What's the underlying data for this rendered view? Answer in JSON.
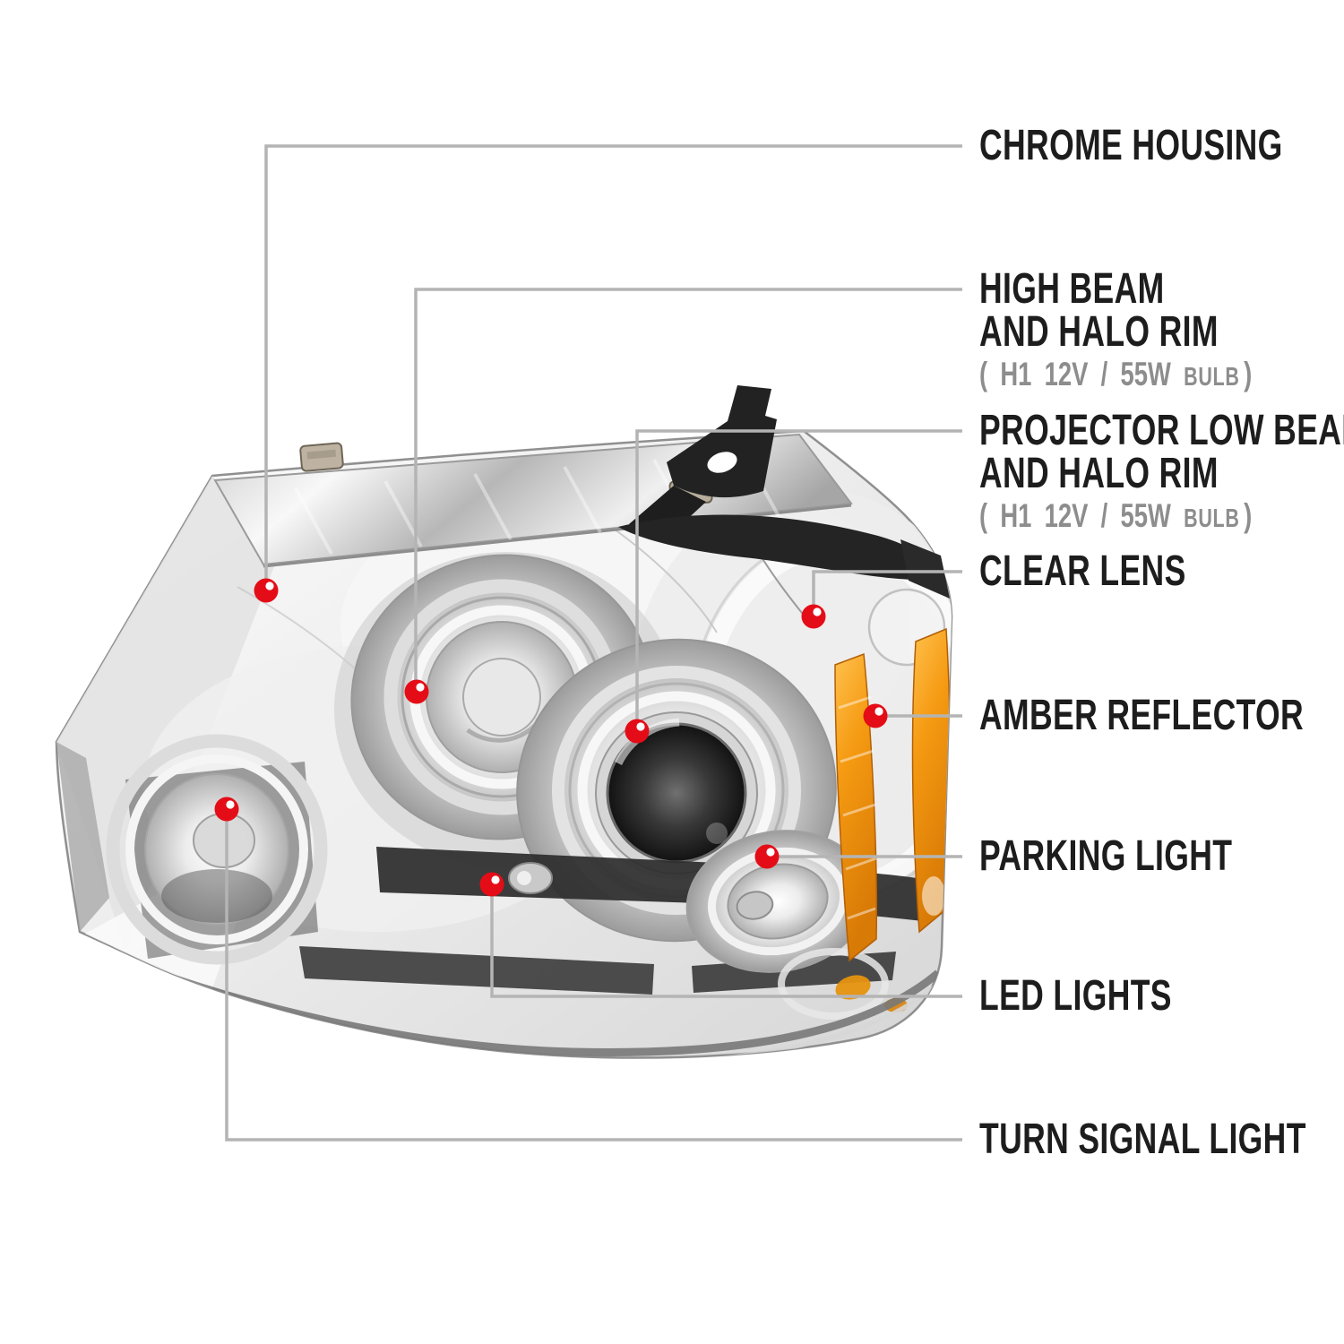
{
  "diagram": {
    "subject": "projector headlight feature diagram",
    "palette": {
      "background": "#ffffff",
      "accent_red": "#e40d17",
      "leader_gray": "#b4b4b4",
      "label_dark": "#1d1d1d",
      "spec_gray": "#8d8d8d",
      "amber": "#f59a12",
      "bracket_dark": "#222222"
    }
  },
  "callouts": [
    {
      "id": "chrome-housing",
      "label": "CHROME HOUSING"
    },
    {
      "id": "high-beam",
      "label": "HIGH BEAM",
      "label2": "AND HALO RIM",
      "spec": "( H1 12V / 55W",
      "spec_bulb": "BULB",
      "spec_close": ")"
    },
    {
      "id": "projector-low-beam",
      "label": "PROJECTOR LOW BEAM",
      "label2": "AND HALO RIM",
      "spec": "( H1 12V / 55W",
      "spec_bulb": "BULB",
      "spec_close": ")"
    },
    {
      "id": "clear-lens",
      "label": "CLEAR LENS"
    },
    {
      "id": "amber-reflector",
      "label": "AMBER REFLECTOR"
    },
    {
      "id": "parking-light",
      "label": "PARKING LIGHT"
    },
    {
      "id": "led-lights",
      "label": "LED LIGHTS"
    },
    {
      "id": "turn-signal-light",
      "label": "TURN SIGNAL LIGHT"
    }
  ]
}
